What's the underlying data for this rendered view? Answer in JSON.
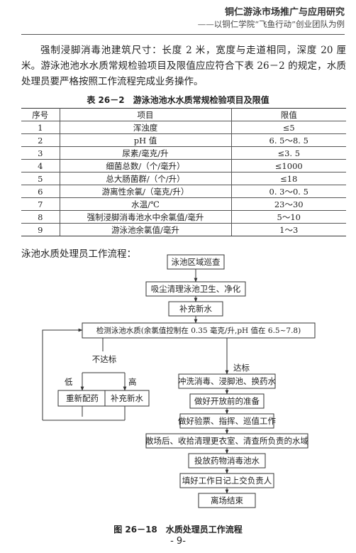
{
  "header": {
    "title": "铜仁游泳市场推广与应用研究",
    "subtitle": "——以铜仁学院“飞鱼行动”创业团队为例"
  },
  "paragraph": "强制浸脚消毒池建筑尺寸：长度 2 米，宽度与走道相同，深度 20 厘米。游泳池池水水质常规检验项目及限值应应符合下表 26－2 的规定，水质处理员要严格按照工作流程完成业务操作。",
  "table": {
    "caption": "表 26－2　游泳池池水水质常规检验项目及限值",
    "columns": [
      "序号",
      "项目",
      "限值"
    ],
    "rows": [
      [
        "1",
        "浑浊度",
        "≤5"
      ],
      [
        "2",
        "pH 值",
        "6. 5～8. 5"
      ],
      [
        "3",
        "尿素/毫克/升",
        "≤3. 5"
      ],
      [
        "4",
        "细菌总数/（个/毫升）",
        "≤1000"
      ],
      [
        "5",
        "总大肠菌群/（个/升）",
        "≤18"
      ],
      [
        "6",
        "游离性余氯/（毫克/升）",
        "0. 3～0. 5"
      ],
      [
        "7",
        "水温/℃",
        "23～30"
      ],
      [
        "8",
        "强制浸脚消毒池水中余氯值/毫升",
        "5～10"
      ],
      [
        "9",
        "游泳池余氯值/毫升",
        "1～3"
      ]
    ]
  },
  "flow": {
    "title": "泳池水质处理员工作流程：",
    "step1": "泳池区域巡查",
    "step2": "吸尘清理泳池卫生、净化",
    "step3": "补充新水",
    "check": "检测泳池水质(余氯值控制在 0.35 毫克/升,pH 值在 6.5~7.8)",
    "fail_label": "不达标",
    "pass_label": "达标",
    "low_label": "低",
    "high_label": "高",
    "fail_low": "重新配药",
    "fail_high": "补充新水",
    "pass_steps": [
      "冲洗消毒、浸脚池、换药水",
      "做好开放前的准备",
      "做好验票、指挥、巡值工作",
      "散场后、收拾清理更衣室、清查所负责的水域",
      "投放药物消毒池水",
      "填好工作日记上交负责人",
      "离场结束"
    ]
  },
  "figure_caption": "图 26－18　水质处理员工作流程",
  "page_number": "- 9-"
}
